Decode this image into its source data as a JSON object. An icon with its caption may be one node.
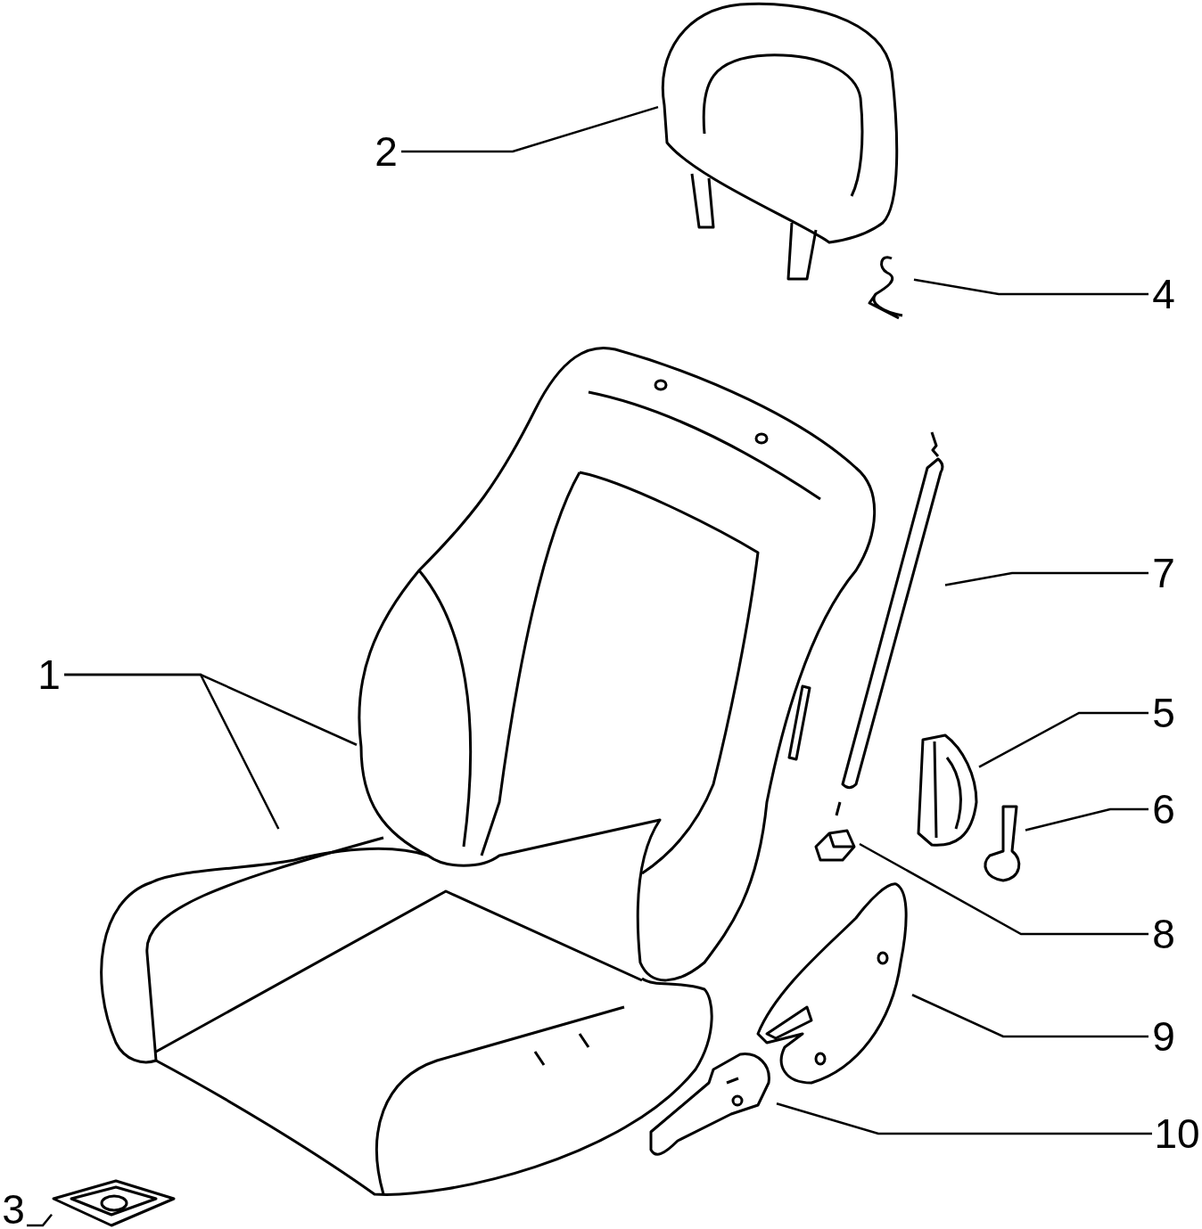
{
  "diagram": {
    "nodes": [
      {
        "text": [
          "1"
        ]
      },
      {
        "text": [
          "2"
        ]
      },
      {
        "text": [
          "3"
        ]
      },
      {
        "text": [
          "4"
        ]
      },
      {
        "text": [
          "5"
        ]
      },
      {
        "text": [
          "6"
        ]
      },
      {
        "text": [
          "7"
        ]
      },
      {
        "text": [
          "8"
        ]
      },
      {
        "text": [
          "9"
        ]
      },
      {
        "text": [
          "10"
        ]
      },
      {
        "text": [],
        "shape": "picture"
      },
      {
        "text": [],
        "shape": "picture"
      },
      {
        "text": [],
        "shape": "picture"
      },
      {
        "text": [],
        "shape": "picture"
      },
      {
        "text": [],
        "shape": "picture"
      },
      {
        "text": [],
        "shape": "picture"
      },
      {
        "text": [],
        "shape": "picture"
      },
      {
        "text": [],
        "shape": "picture"
      },
      {
        "text": [],
        "shape": "picture"
      },
      {
        "text": [],
        "shape": "picture"
      },
      {
        "text": [],
        "shape": "picture"
      }
    ],
    "edges": [
      {
        "from": 0,
        "to": 11,
        "arrow": "none"
      },
      {
        "from": 0,
        "to": 10,
        "arrow": "none"
      },
      {
        "from": 1,
        "to": 12,
        "arrow": "none"
      },
      {
        "from": 2,
        "to": 13,
        "arrow": "none"
      },
      {
        "from": 3,
        "to": 14,
        "arrow": "none"
      },
      {
        "from": 4,
        "to": 15,
        "arrow": "none"
      },
      {
        "from": 5,
        "to": 16,
        "arrow": "none"
      },
      {
        "from": 6,
        "to": 17,
        "arrow": "none"
      },
      {
        "from": 7,
        "to": 18,
        "arrow": "none"
      },
      {
        "from": 8,
        "to": 19,
        "arrow": "none"
      },
      {
        "from": 9,
        "to": 20,
        "arrow": "none"
      }
    ]
  }
}
